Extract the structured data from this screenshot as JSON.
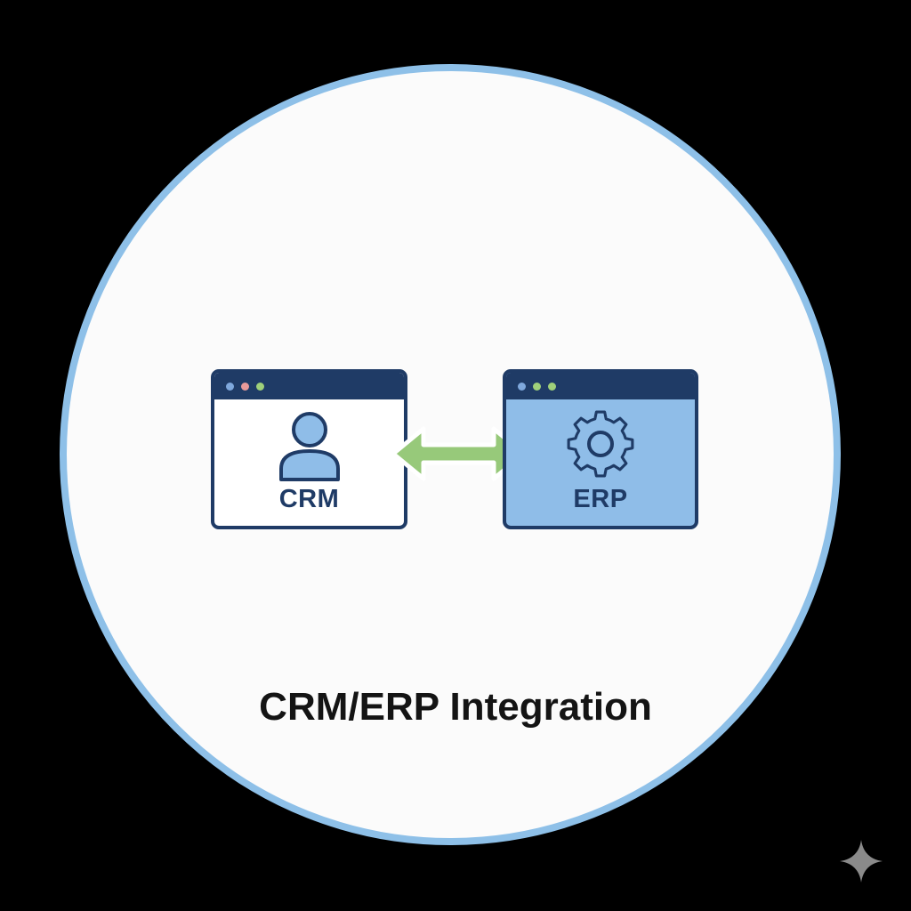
{
  "systems": {
    "crm": {
      "label": "CRM",
      "icon": "user-icon",
      "body_color": "#ffffff"
    },
    "erp": {
      "label": "ERP",
      "icon": "gear-icon",
      "body_color": "#8fbde8"
    }
  },
  "connector": {
    "icon": "bidirectional-arrow-icon",
    "color": "#97c97a"
  },
  "caption": "CRM/ERP Integration",
  "colors": {
    "background": "#000000",
    "circle_fill": "#fbfbfb",
    "circle_border": "#8ec0e8",
    "window_frame": "#1f3b66",
    "dot_blue": "#7fa8dc",
    "dot_red": "#e89a9a",
    "dot_green": "#9fd07a",
    "caption_text": "#141414"
  },
  "watermark": {
    "icon": "sparkle-icon"
  }
}
